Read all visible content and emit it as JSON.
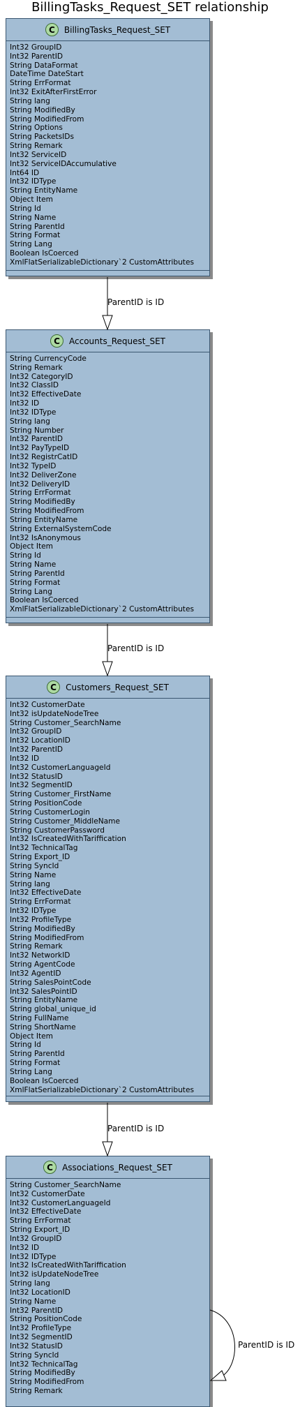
{
  "title": "BillingTasks_Request_SET relationship",
  "classes": [
    {
      "name": "BillingTasks_Request_SET",
      "icon": "class-c-icon",
      "icon_letter": "C",
      "attributes": [
        "Int32 GroupID",
        "Int32 ParentID",
        "String DataFormat",
        "DateTime DateStart",
        "String ErrFormat",
        "Int32 ExitAfterFirstError",
        "String lang",
        "String ModifiedBy",
        "String ModifiedFrom",
        "String Options",
        "String PacketsIDs",
        "String Remark",
        "Int32 ServiceID",
        "Int32 ServiceIDAccumulative",
        "Int64 ID",
        "Int32 IDType",
        "String EntityName",
        "Object Item",
        "String Id",
        "String Name",
        "String ParentId",
        "String Format",
        "String Lang",
        "Boolean IsCoerced",
        "XmlFlatSerializableDictionary`2 CustomAttributes"
      ]
    },
    {
      "name": "Accounts_Request_SET",
      "icon": "class-c-icon",
      "icon_letter": "C",
      "attributes": [
        "String CurrencyCode",
        "String Remark",
        "Int32 CategoryID",
        "Int32 ClassID",
        "Int32 EffectiveDate",
        "Int32 ID",
        "Int32 IDType",
        "String lang",
        "String Number",
        "Int32 ParentID",
        "Int32 PayTypeID",
        "Int32 RegistrCatID",
        "Int32 TypeID",
        "Int32 DeliverZone",
        "Int32 DeliveryID",
        "String ErrFormat",
        "String ModifiedBy",
        "String ModifiedFrom",
        "String EntityName",
        "String ExternalSystemCode",
        "Int32 IsAnonymous",
        "Object Item",
        "String Id",
        "String Name",
        "String ParentId",
        "String Format",
        "String Lang",
        "Boolean IsCoerced",
        "XmlFlatSerializableDictionary`2 CustomAttributes"
      ]
    },
    {
      "name": "Customers_Request_SET",
      "icon": "class-c-icon",
      "icon_letter": "C",
      "attributes": [
        "Int32 CustomerDate",
        "Int32 isUpdateNodeTree",
        "String Customer_SearchName",
        "Int32 GroupID",
        "Int32 LocationID",
        "Int32 ParentID",
        "Int32 ID",
        "Int32 CustomerLanguageId",
        "Int32 StatusID",
        "Int32 SegmentID",
        "String Customer_FirstName",
        "String PositionCode",
        "String CustomerLogin",
        "String Customer_MiddleName",
        "String CustomerPassword",
        "Int32 IsCreatedWithTariffication",
        "Int32 TechnicalTag",
        "String Export_ID",
        "String SyncId",
        "String Name",
        "String lang",
        "Int32 EffectiveDate",
        "String ErrFormat",
        "Int32 IDType",
        "Int32 ProfileType",
        "String ModifiedBy",
        "String ModifiedFrom",
        "String Remark",
        "Int32 NetworkID",
        "String AgentCode",
        "Int32 AgentID",
        "String SalesPointCode",
        "Int32 SalesPointID",
        "String EntityName",
        "String global_unique_id",
        "String FullName",
        "String ShortName",
        "Object Item",
        "String Id",
        "String ParentId",
        "String Format",
        "String Lang",
        "Boolean IsCoerced",
        "XmlFlatSerializableDictionary`2 CustomAttributes"
      ]
    },
    {
      "name": "Associations_Request_SET",
      "icon": "class-c-icon",
      "icon_letter": "C",
      "attributes": [
        "String Customer_SearchName",
        "Int32 CustomerDate",
        "Int32 CustomerLanguageId",
        "Int32 EffectiveDate",
        "String ErrFormat",
        "String Export_ID",
        "Int32 GroupID",
        "Int32 ID",
        "Int32 IDType",
        "Int32 IsCreatedWithTariffication",
        "Int32 isUpdateNodeTree",
        "String lang",
        "Int32 LocationID",
        "String Name",
        "Int32 ParentID",
        "String PositionCode",
        "Int32 ProfileType",
        "Int32 SegmentID",
        "Int32 StatusID",
        "String SyncId",
        "Int32 TechnicalTag",
        "String ModifiedBy",
        "String ModifiedFrom",
        "String Remark"
      ]
    }
  ],
  "relations": [
    {
      "label": "ParentID is ID"
    },
    {
      "label": "ParentID is ID"
    },
    {
      "label": "ParentID is ID"
    },
    {
      "label": "ParentID is ID"
    }
  ],
  "colors": {
    "class_fill": "#a3bdd4",
    "class_border": "#3a5670",
    "icon_fill": "#addaa3"
  }
}
